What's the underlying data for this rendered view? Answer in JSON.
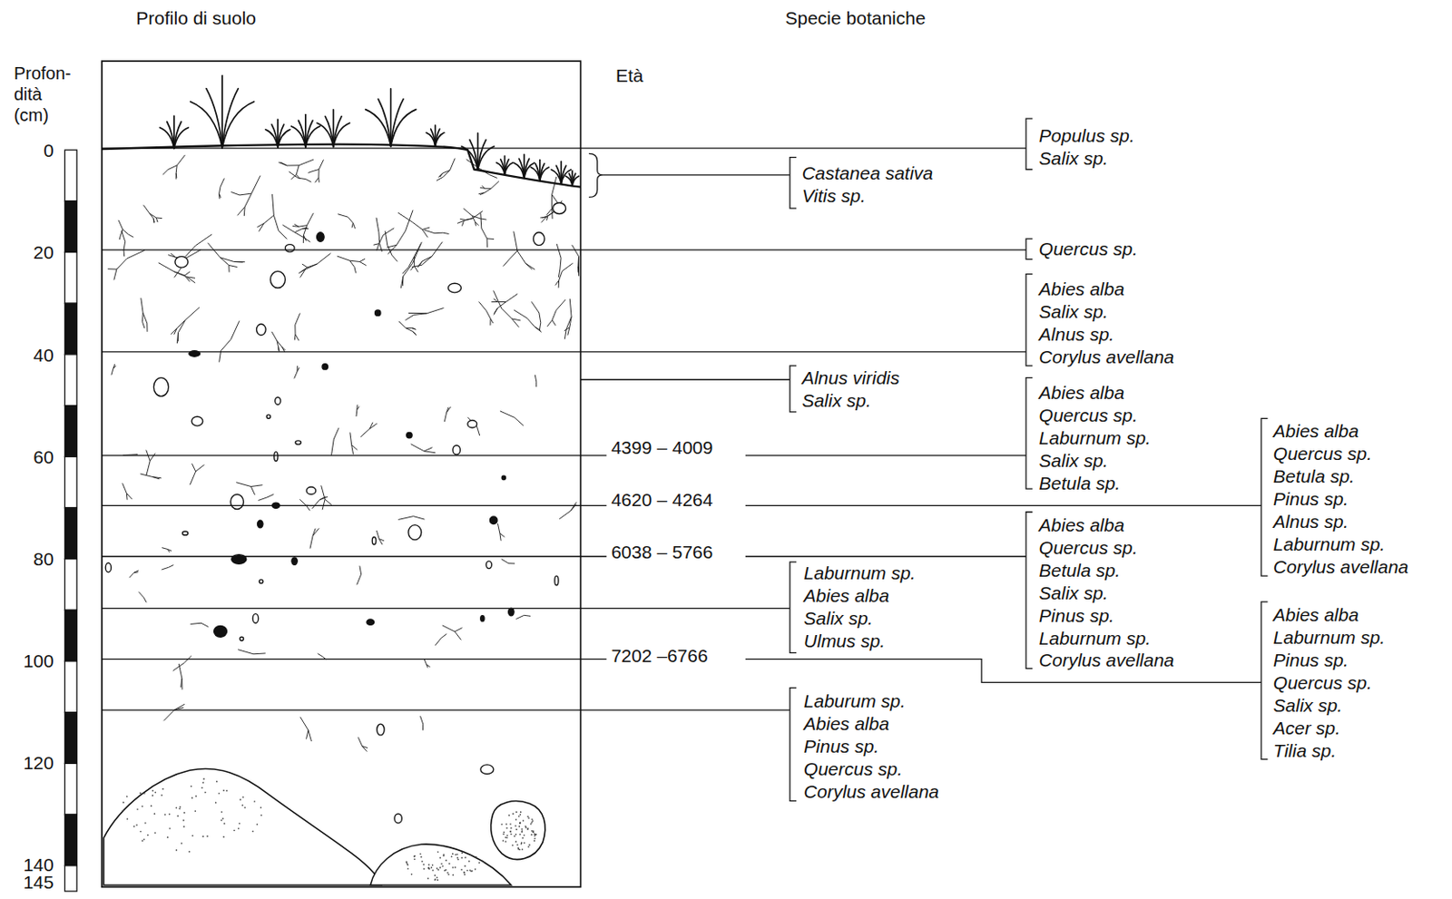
{
  "diagram": {
    "labels": [
      "Profilo di suolo",
      "Specie botaniche",
      "Profon- dità (cm)",
      "Età",
      "0",
      "20",
      "40",
      "60",
      "80",
      "100",
      "120",
      "140",
      "145",
      "4399 – 4009",
      "4620 – 4264",
      "6038 – 5766",
      "7202 –6766",
      "Populus sp.",
      "Salix sp.",
      "Castanea sativa",
      "Vitis sp.",
      "Quercus sp.",
      "Abies alba",
      "Salix sp.",
      "Alnus sp.",
      "Corylus avellana",
      "Alnus viridis",
      "Salix sp.",
      "Abies alba",
      "Quercus sp.",
      "Laburnum sp.",
      "Salix sp.",
      "Betula sp.",
      "Abies alba",
      "Quercus sp.",
      "Betula sp.",
      "Pinus sp.",
      "Alnus sp.",
      "Laburnum sp.",
      "Corylus avellana",
      "Abies alba",
      "Quercus sp.",
      "Betula sp.",
      "Salix sp.",
      "Pinus sp.",
      "Laburnum sp.",
      "Corylus avellana",
      "Laburnum sp.",
      "Abies alba",
      "Salix sp.",
      "Ulmus sp.",
      "Abies alba",
      "Laburnum sp.",
      "Pinus sp.",
      "Quercus sp.",
      "Salix sp.",
      "Acer sp.",
      "Tilia sp.",
      "Laburum sp.",
      "Abies alba",
      "Pinus sp.",
      "Quercus sp.",
      "Corylus avellana"
    ]
  }
}
